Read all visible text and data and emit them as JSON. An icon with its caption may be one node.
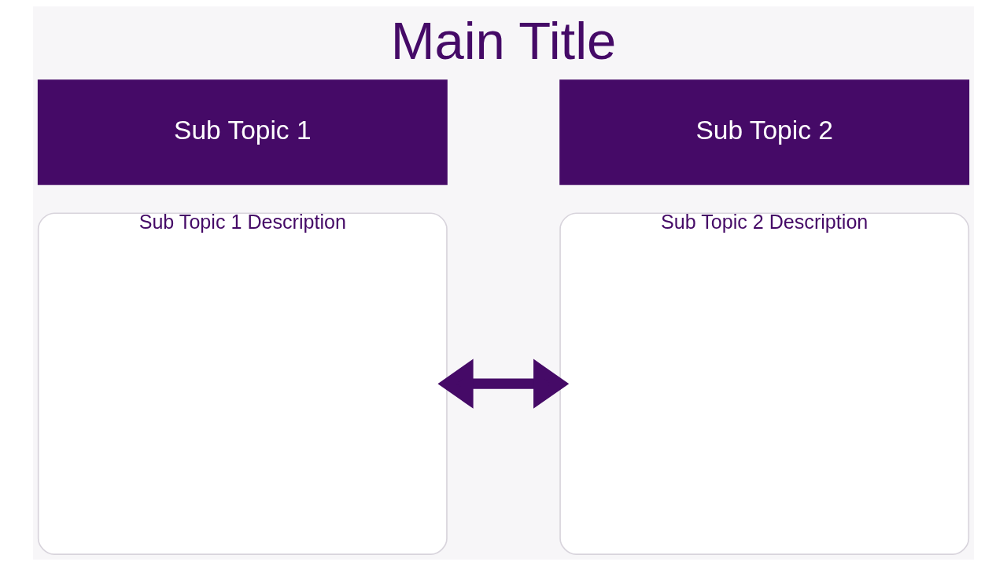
{
  "diagram": {
    "title": "Main Title",
    "nodes": [
      {
        "text": [
          "Sub Topic 1"
        ]
      },
      {
        "text": [
          "Sub Topic 2"
        ]
      },
      {
        "text": [
          "Sub Topic 1 Description"
        ]
      },
      {
        "text": [
          "Sub Topic 2 Description"
        ]
      }
    ],
    "edges": [
      {
        "from": 2,
        "to": 3,
        "arrow": "both"
      }
    ]
  }
}
